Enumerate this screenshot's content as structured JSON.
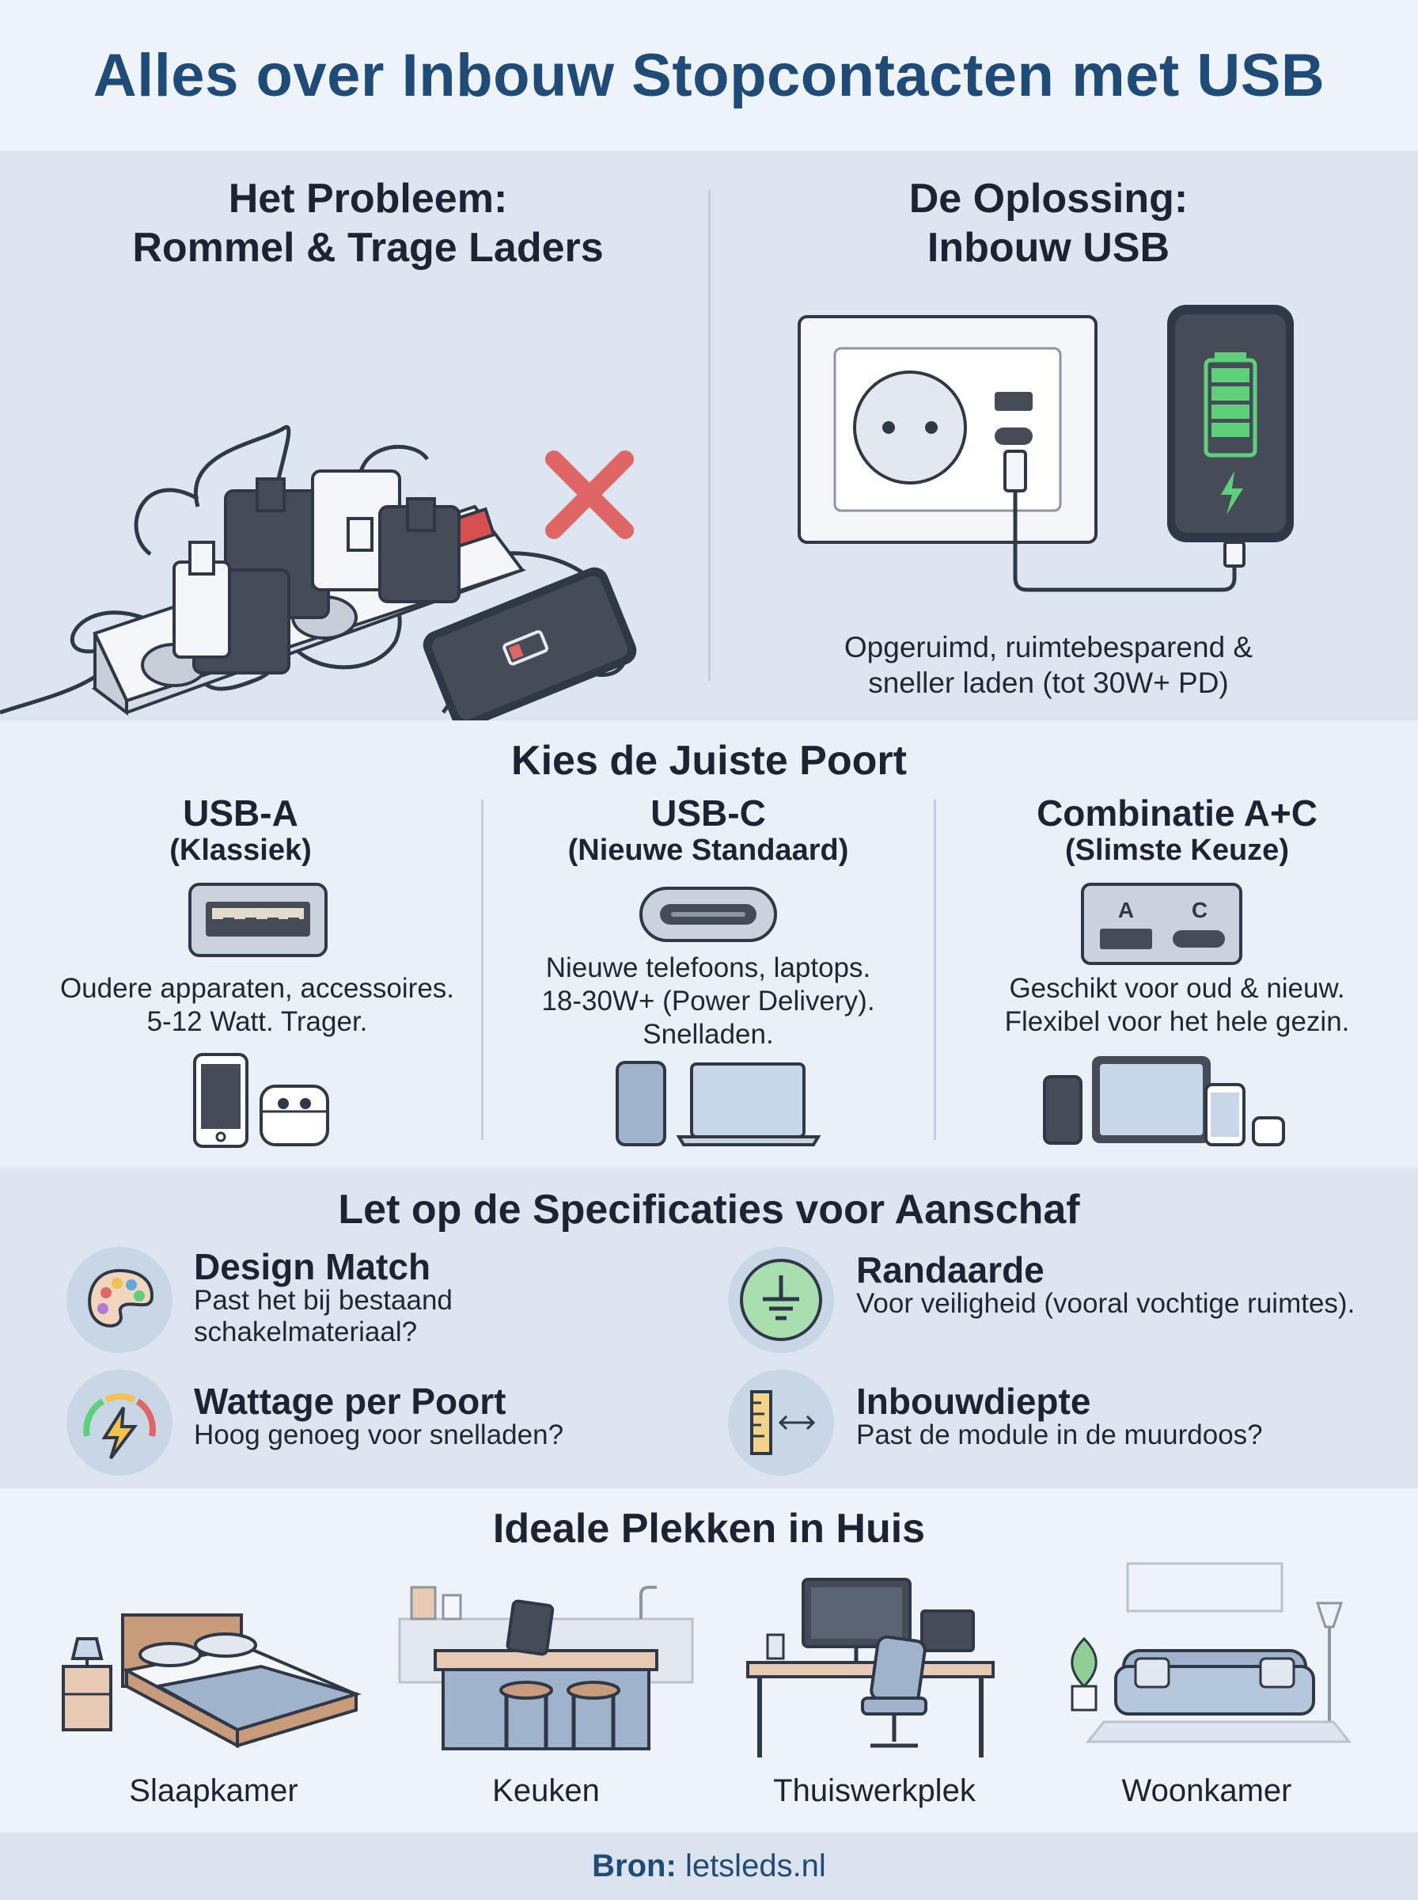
{
  "title": "Alles over Inbouw Stopcontacten met USB",
  "problem": {
    "heading_line1": "Het Probleem:",
    "heading_line2": "Rommel & Trage Laders"
  },
  "solution": {
    "heading_line1": "De Oplossing:",
    "heading_line2": "Inbouw USB",
    "caption_line1": "Opgeruimd, ruimtebesparend &",
    "caption_line2": "sneller laden (tot 30W+ PD)"
  },
  "ports": {
    "heading": "Kies de Juiste Poort",
    "items": [
      {
        "name": "USB-A",
        "sub": "(Klassiek)",
        "desc": [
          "Oudere apparaten, accessoires.",
          "5-12 Watt. Trager."
        ]
      },
      {
        "name": "USB-C",
        "sub": "(Nieuwe Standaard)",
        "desc": [
          "Nieuwe telefoons, laptops.",
          "18-30W+ (Power Delivery).",
          "Snelladen."
        ]
      },
      {
        "name": "Combinatie A+C",
        "sub": "(Slimste Keuze)",
        "desc": [
          "Geschikt voor oud & nieuw.",
          "Flexibel voor het hele gezin."
        ],
        "label_a": "A",
        "label_c": "C"
      }
    ]
  },
  "specs": {
    "heading": "Let op de Specificaties voor Aanschaf",
    "items": [
      {
        "icon": "palette-icon",
        "title": "Design Match",
        "desc": [
          "Past het bij bestaand",
          "schakelmateriaal?"
        ]
      },
      {
        "icon": "ground-icon",
        "title": "Randaarde",
        "desc": [
          "Voor veiligheid (vooral vochtige ruimtes)."
        ]
      },
      {
        "icon": "gauge-bolt-icon",
        "title": "Wattage per Poort",
        "desc": [
          "Hoog genoeg voor snelladen?"
        ]
      },
      {
        "icon": "ruler-depth-icon",
        "title": "Inbouwdiepte",
        "desc": [
          "Past de module in de muurdoos?"
        ]
      }
    ]
  },
  "places": {
    "heading": "Ideale Plekken in Huis",
    "items": [
      "Slaapkamer",
      "Keuken",
      "Thuiswerkplek",
      "Woonkamer"
    ]
  },
  "footer": {
    "label": "Bron:",
    "source": "letsleds.nl"
  },
  "colors": {
    "title": "#1f4b78",
    "danger": "#e06666",
    "battery_green": "#5fd07a"
  }
}
